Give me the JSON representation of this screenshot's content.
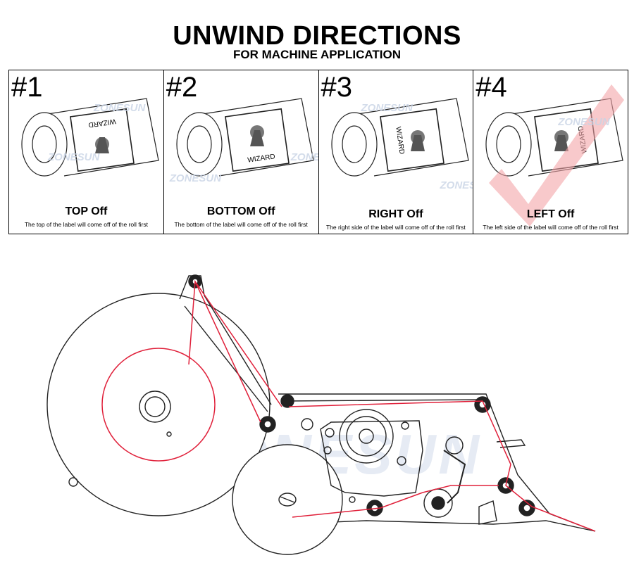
{
  "header": {
    "title": "UNWIND DIRECTIONS",
    "subtitle": "FOR MACHINE APPLICATION"
  },
  "panels": [
    {
      "number": "#1",
      "title": "TOP Off",
      "desc": "The top of the label will come off of the roll first",
      "label_text": "WIZARD"
    },
    {
      "number": "#2",
      "title": "BOTTOM Off",
      "desc": "The bottom of the label will come off of the roll first",
      "label_text": "WIZARD"
    },
    {
      "number": "#3",
      "title": "RIGHT Off",
      "desc": "The right side of the label will come off of the roll first",
      "label_text": "WIZARD"
    },
    {
      "number": "#4",
      "title": "LEFT Off",
      "desc": "The left side of the label will come off of the roll first",
      "label_text": "WIZARD"
    }
  ],
  "watermark": "ZONESUN",
  "colors": {
    "path": "#e0203a",
    "check": "#f4a5a8",
    "line": "#222222"
  }
}
